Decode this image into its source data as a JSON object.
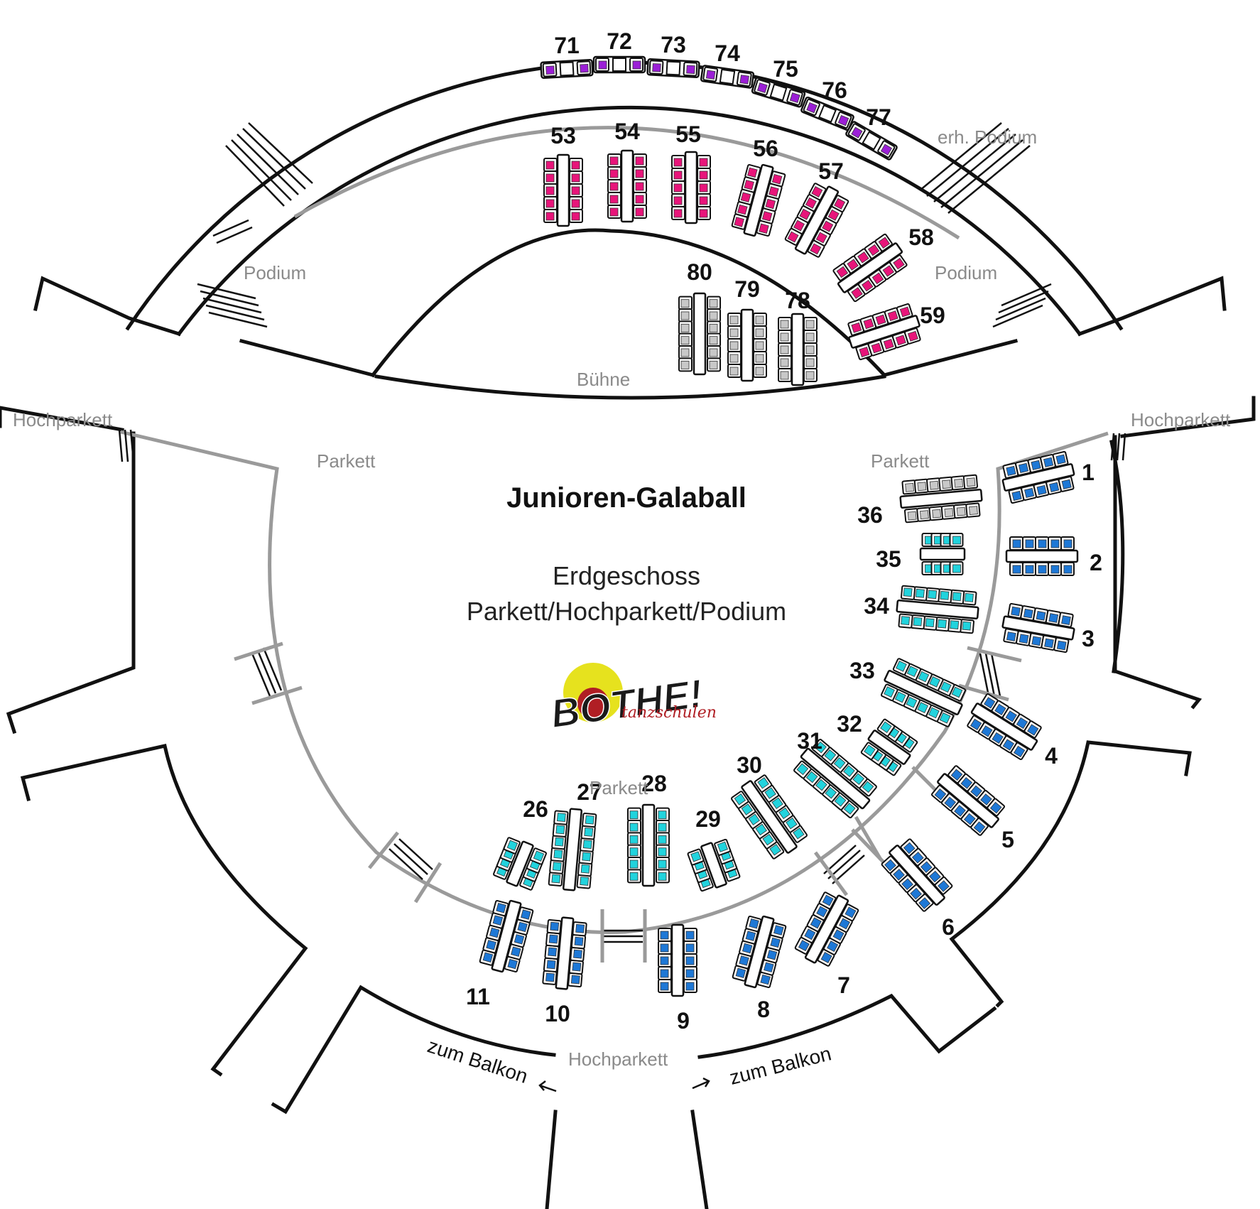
{
  "title": "Junioren-Galaball",
  "floor": "Erdgeschoss",
  "areas_line": "Parkett/Hochparkett/Podium",
  "logo": {
    "word": "BOTHE!",
    "tagline": "tanzschulen",
    "yellow": "#e6e21e",
    "red": "#b01e24"
  },
  "zone_labels": {
    "erh_podium": "erh. Podium",
    "podium_left": "Podium",
    "podium_right": "Podium",
    "buehne": "Bühne",
    "hochparkett_left": "Hochparkett",
    "hochparkett_right": "Hochparkett",
    "hochparkett_bottom": "Hochparkett",
    "parkett_top_left": "Parkett",
    "parkett_top_right": "Parkett",
    "parkett_bottom": "Parkett"
  },
  "exits": {
    "left": "zum Balkon",
    "right": "zum Balkon"
  },
  "seat_colors": {
    "erh_podium": "#9b1fd6",
    "podium": "#e8157a",
    "buehne": "#c8c8c8",
    "parkett": "#22d3dd",
    "hochparkett": "#1e78d6",
    "grey_parkett": "#c8c8c8"
  },
  "tables": [
    {
      "no": "71",
      "area": "erh_podium",
      "seats": 3
    },
    {
      "no": "72",
      "area": "erh_podium",
      "seats": 3
    },
    {
      "no": "73",
      "area": "erh_podium",
      "seats": 3
    },
    {
      "no": "74",
      "area": "erh_podium",
      "seats": 3
    },
    {
      "no": "75",
      "area": "erh_podium",
      "seats": 3
    },
    {
      "no": "76",
      "area": "erh_podium",
      "seats": 3
    },
    {
      "no": "77",
      "area": "erh_podium",
      "seats": 3
    },
    {
      "no": "53",
      "area": "podium",
      "seats": 10
    },
    {
      "no": "54",
      "area": "podium",
      "seats": 10
    },
    {
      "no": "55",
      "area": "podium",
      "seats": 10
    },
    {
      "no": "56",
      "area": "podium",
      "seats": 10
    },
    {
      "no": "57",
      "area": "podium",
      "seats": 10
    },
    {
      "no": "58",
      "area": "podium",
      "seats": 10
    },
    {
      "no": "59",
      "area": "podium",
      "seats": 10
    },
    {
      "no": "80",
      "area": "buehne",
      "seats": 12
    },
    {
      "no": "79",
      "area": "buehne",
      "seats": 10
    },
    {
      "no": "78",
      "area": "buehne",
      "seats": 10
    },
    {
      "no": "1",
      "area": "hochparkett",
      "seats": 10
    },
    {
      "no": "2",
      "area": "hochparkett",
      "seats": 10
    },
    {
      "no": "3",
      "area": "hochparkett",
      "seats": 10
    },
    {
      "no": "4",
      "area": "hochparkett",
      "seats": 10
    },
    {
      "no": "5",
      "area": "hochparkett",
      "seats": 10
    },
    {
      "no": "6",
      "area": "hochparkett",
      "seats": 10
    },
    {
      "no": "7",
      "area": "hochparkett",
      "seats": 10
    },
    {
      "no": "8",
      "area": "hochparkett",
      "seats": 10
    },
    {
      "no": "9",
      "area": "hochparkett",
      "seats": 10
    },
    {
      "no": "10",
      "area": "hochparkett",
      "seats": 10
    },
    {
      "no": "11",
      "area": "hochparkett",
      "seats": 10
    },
    {
      "no": "26",
      "area": "parkett",
      "seats": 8
    },
    {
      "no": "27",
      "area": "parkett",
      "seats": 12
    },
    {
      "no": "28",
      "area": "parkett",
      "seats": 12
    },
    {
      "no": "29",
      "area": "parkett",
      "seats": 8
    },
    {
      "no": "30",
      "area": "parkett",
      "seats": 12
    },
    {
      "no": "31",
      "area": "parkett",
      "seats": 12
    },
    {
      "no": "32",
      "area": "parkett",
      "seats": 8
    },
    {
      "no": "33",
      "area": "parkett",
      "seats": 12
    },
    {
      "no": "34",
      "area": "parkett",
      "seats": 12
    },
    {
      "no": "35",
      "area": "parkett",
      "seats": 8
    },
    {
      "no": "36",
      "area": "grey_parkett",
      "seats": 12
    }
  ]
}
